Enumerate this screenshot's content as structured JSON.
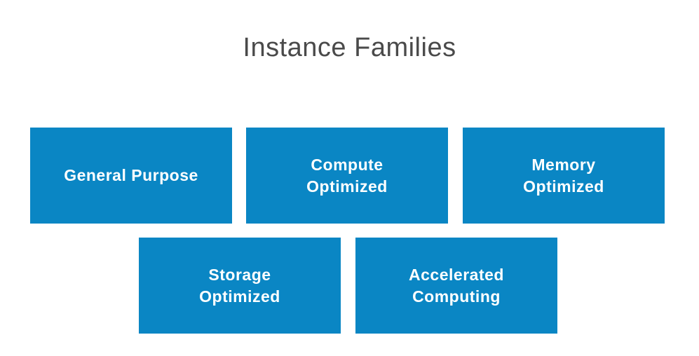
{
  "title": "Instance Families",
  "colors": {
    "box_fill": "#0a86c4",
    "box_text": "#ffffff",
    "title_text": "#4a4a4a"
  },
  "families": [
    {
      "label": "General Purpose"
    },
    {
      "label": "Compute\nOptimized"
    },
    {
      "label": "Memory\nOptimized"
    },
    {
      "label": "Storage\nOptimized"
    },
    {
      "label": "Accelerated\nComputing"
    }
  ]
}
